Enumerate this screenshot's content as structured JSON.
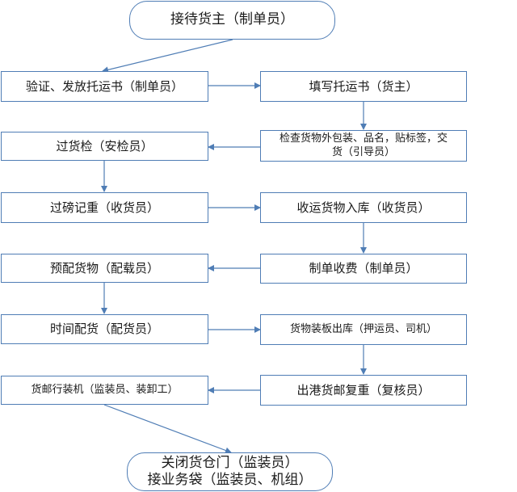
{
  "nodes": {
    "reception": "接待货主（制单员）",
    "verify_issue": "验证、发放托运书（制单员）",
    "fill_form": "填写托运书（货主）",
    "inspect_line1": "检查货物外包装、品名，贴标签，交",
    "inspect_line2": "货（引导员）",
    "security": "过货检（安检员）",
    "weigh_record": "过磅记重（收货员）",
    "warehouse_in": "收运货物入库（收货员）",
    "pre_allocate": "预配货物（配载员）",
    "billing": "制单收费（制单员）",
    "time_allocate": "时间配货（配货员）",
    "pallet_out": "货物装板出库（押运员、司机）",
    "mail_loading": "货邮行装机（监装员、装卸工）",
    "port_reweigh": "出港货邮复重（复核员）",
    "close_line1": "关闭货仓门（监装员）",
    "close_line2": "接业务袋（监装员、机组）"
  },
  "colors": {
    "border": "#4f7db5",
    "connector": "#4f7db5"
  }
}
